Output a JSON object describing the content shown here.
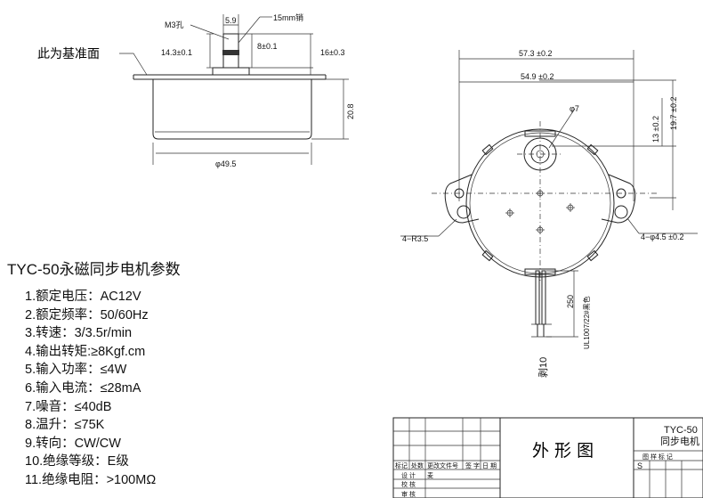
{
  "side_view": {
    "reference_surface_label": "此为基准面",
    "m3_hole_label": "M3孔",
    "dim_5_9": "5.9",
    "dim_15mm_pin": "15mm销",
    "dim_14_3": "14.3±0.1",
    "dim_8": "8±0.1",
    "dim_16": "16±0.3",
    "dim_20_8": "20.8",
    "dim_phi_49_5": "φ49.5"
  },
  "top_view": {
    "dim_57_3": "57.3 ±0.2",
    "dim_54_9": "54.9 ±0.2",
    "dim_phi_7": "φ7",
    "dim_13": "13 ±0.2",
    "dim_19_7": "19.7 ±0.2",
    "dim_r3_5": "4−R3.5",
    "dim_phi_4_5": "4−φ4.5 ±0.2",
    "dim_250": "250",
    "wire_spec": "UL1007/22#黑色",
    "strip_10": "剥10"
  },
  "specs": {
    "title": "TYC-50永磁同步电机参数",
    "items": [
      "1.额定电压：AC12V",
      "2.额定频率：50/60Hz",
      "3.转速：3/3.5r/min",
      "4.输出转矩:≥8Kgf.cm",
      "5.输入功率：≤4W",
      "6.输入电流：≤28mA",
      "7.噪音：≤40dB",
      "8.温升：≤75K",
      "9.转向：CW/CW",
      "10.绝缘等级：E级",
      "11.绝缘电阻：>100MΩ"
    ]
  },
  "title_block": {
    "drawing_title": "外 形 图",
    "model_line1": "TYC-50",
    "model_line2": "同步电机",
    "col_headers": [
      "标记",
      "处数",
      "更改文件号",
      "签 字",
      "日 期"
    ],
    "row_design": "设 计",
    "row_check": "校 核",
    "row_review": "审 核",
    "right_headers": [
      "图 样 标 记"
    ],
    "stage_letter": "S",
    "design_initial": "麦"
  }
}
